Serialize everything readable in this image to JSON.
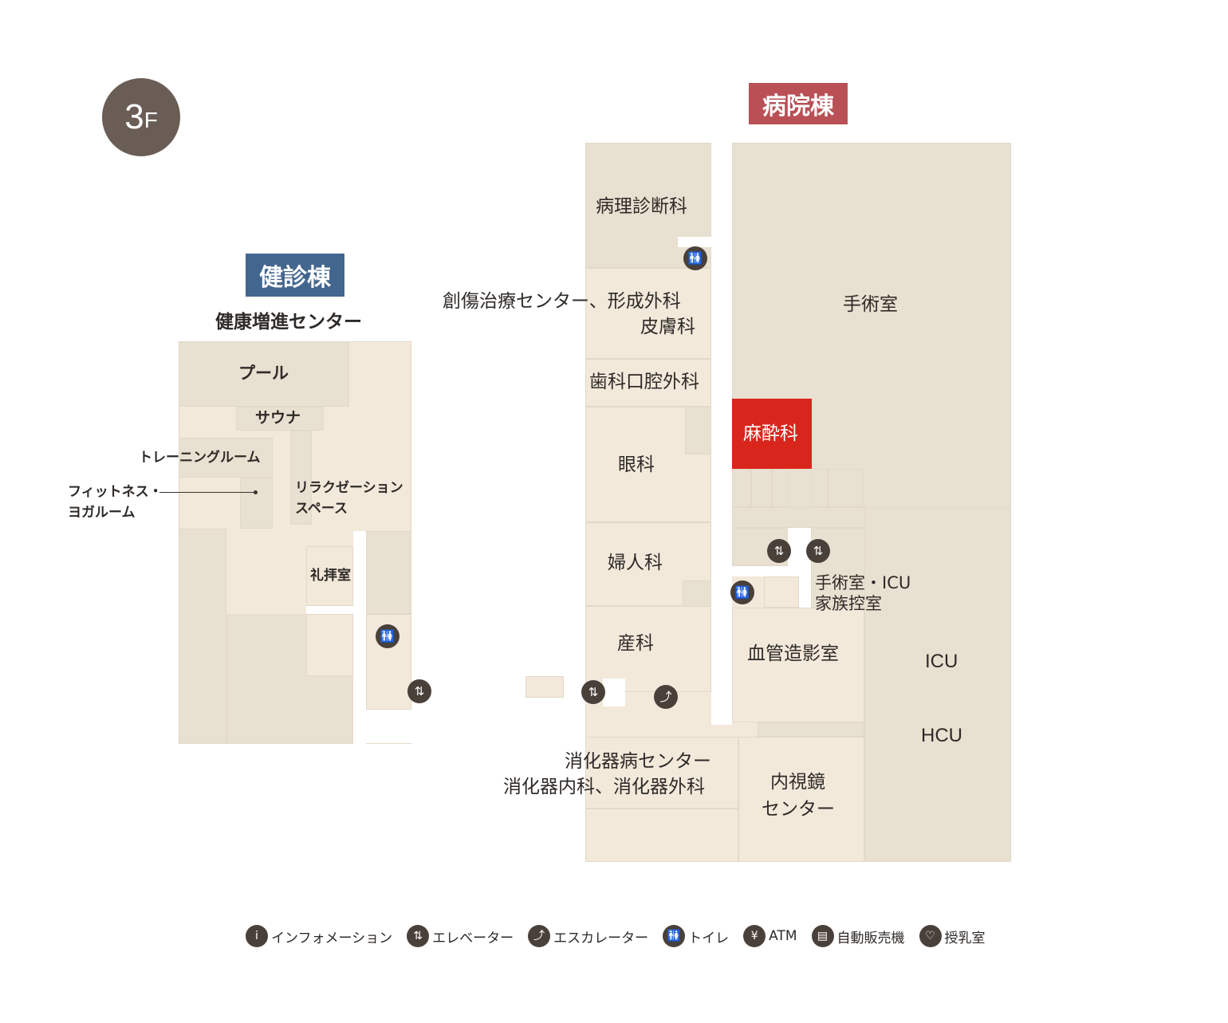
{
  "floor": {
    "number": "3",
    "suffix": "F"
  },
  "buildings": {
    "health": {
      "label": "健診棟",
      "color": "#43668f",
      "subtitle": "健康増進センター"
    },
    "hospital": {
      "label": "病院棟",
      "color": "#b85055"
    }
  },
  "health_rooms": {
    "pool": "プール",
    "sauna": "サウナ",
    "training": "トレーニングルーム",
    "fitness_line1": "フィットネス・",
    "fitness_line2": "ヨガルーム",
    "relax_line1": "リラクゼーション",
    "relax_line2": "スペース",
    "prayer": "礼拝室"
  },
  "hospital_rooms": {
    "pathology": "病理診断科",
    "trauma_line1": "創傷治療センター、形成外科",
    "trauma_line2": "皮膚科",
    "dental": "歯科口腔外科",
    "ophthalmology": "眼科",
    "gynecology": "婦人科",
    "obstetrics": "産科",
    "surgery": "手術室",
    "anesthesiology": "麻酔科",
    "family_line1": "手術室・ICU",
    "family_line2": "家族控室",
    "angiography": "血管造影室",
    "icu": "ICU",
    "hcu": "HCU",
    "digestive_line1": "消化器病センター",
    "digestive_line2": "消化器内科、消化器外科",
    "endoscopy_line1": "内視鏡",
    "endoscopy_line2": "センター"
  },
  "colors": {
    "highlight": "#d9261c",
    "icon_bg": "#4a403a",
    "room_dark": "#e8e0d0",
    "room_light": "#f2e9db"
  },
  "legend": [
    {
      "icon": "information-icon",
      "glyph": "i",
      "label": "インフォメーション"
    },
    {
      "icon": "elevator-icon",
      "glyph": "⇅",
      "label": "エレベーター"
    },
    {
      "icon": "escalator-icon",
      "glyph": "⤴",
      "label": "エスカレーター"
    },
    {
      "icon": "restroom-icon",
      "glyph": "🚻",
      "label": "トイレ"
    },
    {
      "icon": "atm-icon",
      "glyph": "¥",
      "label": "ATM"
    },
    {
      "icon": "vending-machine-icon",
      "glyph": "▤",
      "label": "自動販売機"
    },
    {
      "icon": "nursing-room-icon",
      "glyph": "♡",
      "label": "授乳室"
    }
  ],
  "map_icons": {
    "restroom": "🚻",
    "elevator": "⇅",
    "escalator": "⤴"
  }
}
